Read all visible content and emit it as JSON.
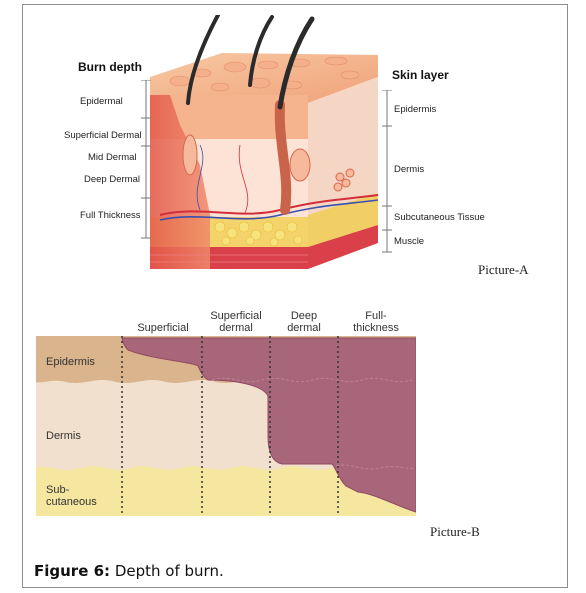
{
  "pictureA": {
    "burn_depth_heading": "Burn depth",
    "skin_layer_heading": "Skin layer",
    "burn_depths": [
      "Epidermal",
      "Superficial Dermal",
      "Mid Dermal",
      "Deep Dermal",
      "Full Thickness"
    ],
    "skin_layers": [
      "Epidermis",
      "Dermis",
      "Subcutaneous Tissue",
      "Muscle"
    ],
    "label": "Picture-A"
  },
  "pictureB": {
    "columns": [
      {
        "line1": "",
        "line2": "Superficial"
      },
      {
        "line1": "Superficial",
        "line2": "dermal"
      },
      {
        "line1": "Deep",
        "line2": "dermal"
      },
      {
        "line1": "Full-",
        "line2": "thickness"
      }
    ],
    "layers": {
      "epidermis": "Epidermis",
      "dermis": "Dermis",
      "sub_line1": "Sub-",
      "sub_line2": "cutaneous"
    },
    "label": "Picture-B",
    "colors": {
      "epidermis": "#d9b48c",
      "dermis": "#f2e0cf",
      "subcutaneous": "#f5e6a0",
      "burn": "#a8667a",
      "burn_edge": "#8e4a62"
    }
  },
  "caption": {
    "label": "Figure 6:",
    "text": "Depth of burn."
  }
}
